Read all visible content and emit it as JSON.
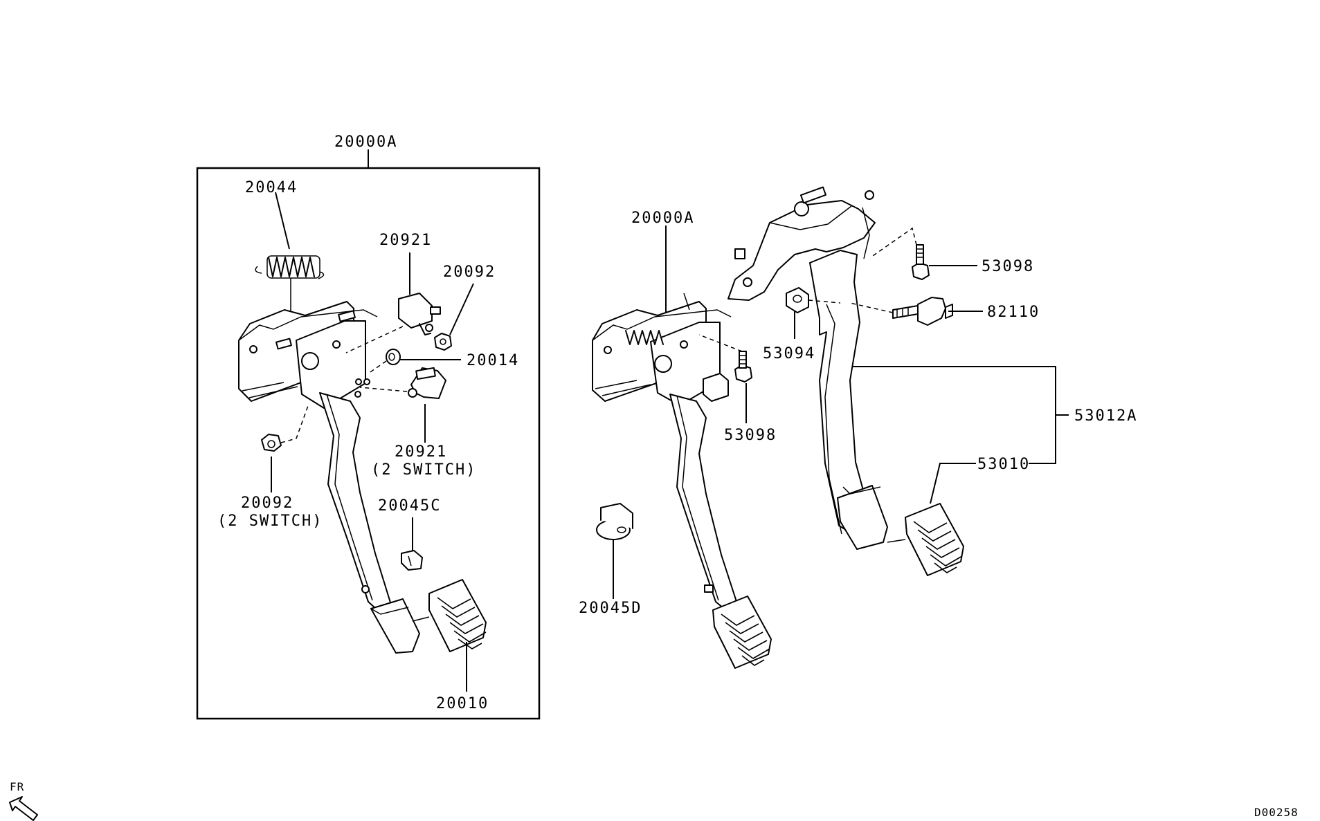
{
  "labels": {
    "assy_left": "20000A",
    "spring": "20044",
    "switch_upper": "20921",
    "nut_upper": "20092",
    "bushing": "20014",
    "switch_lower": "20921",
    "switch_lower_note": "(2 SWITCH)",
    "nut_lower": "20092",
    "nut_lower_note": "(2 SWITCH)",
    "stopper_c": "20045C",
    "pad_left": "20010",
    "assy_right": "20000A",
    "bolt_upper": "53098",
    "sensor": "82110",
    "clip": "53094",
    "bolt_mid": "53098",
    "stopper_d": "20045D",
    "brake_assy": "53012A",
    "brake_pad": "53010"
  },
  "direction_marker": "FR",
  "diagram_code": "D00258"
}
